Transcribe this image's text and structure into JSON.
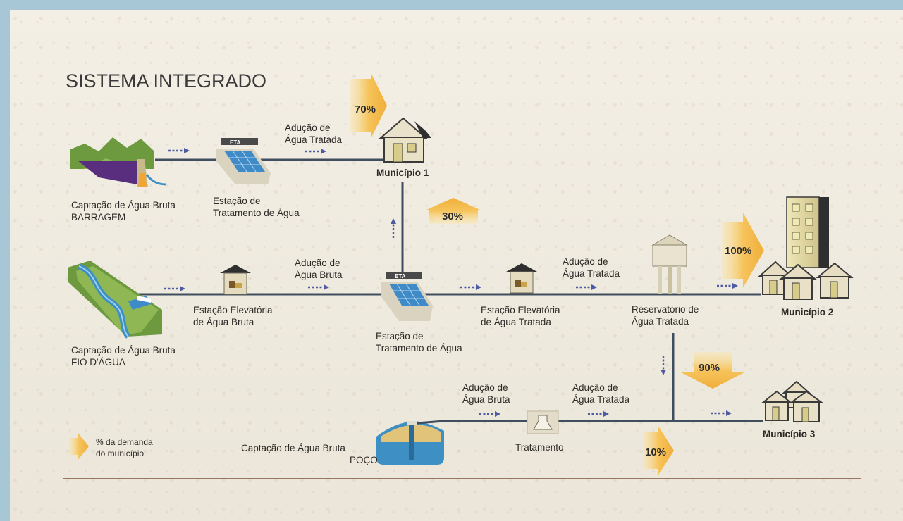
{
  "title": "SISTEMA INTEGRADO",
  "colors": {
    "pipe": "#3f4d5e",
    "flow_arrow": "#4e5aa2",
    "demand_arrow": "#f1b649",
    "water": "#3d8fc4"
  },
  "demand_arrows": {
    "municipio1_barragem": "70%",
    "municipio1_eta": "30%",
    "municipio2": "100%",
    "municipio3_reservatorio": "90%",
    "municipio3_poco": "10%"
  },
  "labels": {
    "captacao_barragem": [
      "Captação de Água Bruta",
      "BARRAGEM"
    ],
    "eta_top": [
      "Estação de",
      "Tratamento de Água"
    ],
    "eta_top_sign": "ETA",
    "aducao_tratada_top": [
      "Adução de",
      "Água Tratada"
    ],
    "municipio1": "Município 1",
    "captacao_fio": [
      "Captação de Água Bruta",
      "FIO D'ÁGUA"
    ],
    "elevatoria_bruta": [
      "Estação Elevatória",
      "de Água Bruta"
    ],
    "aducao_bruta_mid": [
      "Adução de",
      "Água Bruta"
    ],
    "eta_mid": [
      "Estação de",
      "Tratamento de Água"
    ],
    "eta_mid_sign": "ETA",
    "elevatoria_tratada": [
      "Estação Elevatória",
      "de Água Tratada"
    ],
    "aducao_tratada_mid": [
      "Adução de",
      "Água Tratada"
    ],
    "reservatorio": [
      "Reservatório de",
      "Água Tratada"
    ],
    "municipio2": "Município 2",
    "aducao_bruta_bottom": [
      "Adução de",
      "Água Bruta"
    ],
    "aducao_tratada_bottom": [
      "Adução de",
      "Água Tratada"
    ],
    "captacao_poco": [
      "Captação de Água Bruta",
      "POÇO"
    ],
    "tratamento": "Tratamento",
    "municipio3": "Município 3"
  },
  "legend": [
    "% da demanda",
    "do município"
  ]
}
